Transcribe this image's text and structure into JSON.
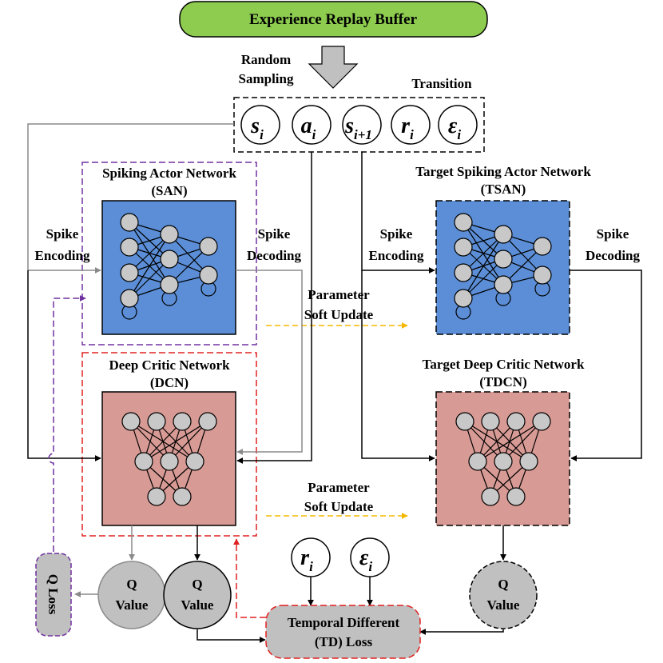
{
  "buffer": {
    "title": "Experience Replay Buffer"
  },
  "sampling": {
    "line1": "Random",
    "line2": "Sampling"
  },
  "transition": {
    "label": "Transition",
    "items": [
      {
        "base": "s",
        "sub": "i"
      },
      {
        "base": "a",
        "sub": "i"
      },
      {
        "base": "s",
        "sub": "i+1"
      },
      {
        "base": "r",
        "sub": "i"
      },
      {
        "base": "ε",
        "sub": "i"
      }
    ]
  },
  "san": {
    "title": "Spiking Actor Network",
    "abbr": "(SAN)"
  },
  "tsan": {
    "title": "Target Spiking Actor Network",
    "abbr": "(TSAN)"
  },
  "dcn": {
    "title": "Deep Critic Network",
    "abbr": "(DCN)"
  },
  "tdcn": {
    "title": "Target Deep Critic Network",
    "abbr": "(TDCN)"
  },
  "spike_encoding": {
    "line1": "Spike",
    "line2": "Encoding"
  },
  "spike_decoding": {
    "line1": "Spike",
    "line2": "Decoding"
  },
  "soft_update": {
    "line1": "Parameter",
    "line2": "Soft Update"
  },
  "q_value": {
    "line1": "Q",
    "line2": "Value"
  },
  "q_loss": "Q Loss",
  "td_loss": {
    "line1": "Temporal Different",
    "line2": "(TD) Loss"
  },
  "reward": {
    "base": "r",
    "sub": "i"
  },
  "epsilon": {
    "base": "ε",
    "sub": "i"
  },
  "colors": {
    "buffer_fill": "#8dcc4f",
    "actor_fill": "#5b8ed6",
    "critic_fill": "#d79a94",
    "node_fill": "#c8c8c8",
    "gray_fill": "#c0c0c0",
    "purple": "#7030a0",
    "red": "#e02020",
    "orange": "#f5b800",
    "gray_line": "#8a8a8a"
  }
}
